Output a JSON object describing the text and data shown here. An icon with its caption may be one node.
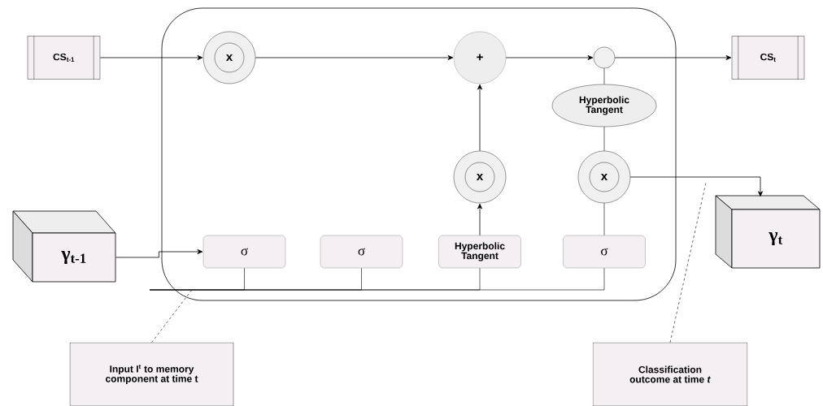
{
  "diagram": {
    "nodes": [
      {
        "text": [],
        "shape": "box"
      },
      {
        "text": [
          "CS$_{t-1}$"
        ]
      },
      {
        "text": [
          "x"
        ],
        "in": 0
      },
      {
        "text": [
          "+"
        ],
        "in": 0
      },
      {
        "text": [],
        "shape": "circle",
        "in": 0
      },
      {
        "text": [
          "CS$_{t}$"
        ]
      },
      {
        "text": [
          "Hyperbolic Tangent"
        ],
        "in": 0
      },
      {
        "text": [
          "x"
        ],
        "in": 0
      },
      {
        "text": [
          "x"
        ],
        "in": 0
      },
      {
        "text": [
          "γ$_{t-1}$"
        ]
      },
      {
        "text": [
          "γ$_{t}$"
        ]
      },
      {
        "text": [
          "σ"
        ],
        "in": 0
      },
      {
        "text": [
          "σ"
        ],
        "in": 0
      },
      {
        "text": [
          "Hyperbolic Tangent"
        ],
        "in": 0
      },
      {
        "text": [
          "σ"
        ],
        "in": 0
      },
      {
        "text": [
          "Input I$^{t}$ to memory component at time t"
        ]
      },
      {
        "text": [
          "Classification outcome at time *t*"
        ]
      }
    ],
    "edges": [
      {
        "from": 1,
        "to": 2,
        "arrow": "to"
      },
      {
        "from": 2,
        "to": 3,
        "arrow": "to"
      },
      {
        "from": 3,
        "to": 4,
        "arrow": "to"
      },
      {
        "from": 4,
        "to": 5,
        "arrow": "to"
      },
      {
        "from": 6,
        "to": 4,
        "arrow": "none"
      },
      {
        "from": 8,
        "to": 6,
        "arrow": "none"
      },
      {
        "from": 7,
        "to": 3,
        "arrow": "to"
      },
      {
        "from": 13,
        "to": 7,
        "arrow": "to"
      },
      {
        "from": 14,
        "to": 8,
        "arrow": "none"
      },
      {
        "from": 8,
        "to": 10,
        "arrow": "to"
      },
      {
        "from": 9,
        "to": 11,
        "arrow": "to"
      },
      {
        "from": null,
        "to": 11,
        "arrow": "none"
      },
      {
        "from": null,
        "to": 12,
        "arrow": "none"
      },
      {
        "from": null,
        "to": 13,
        "arrow": "none"
      },
      {
        "from": null,
        "to": 14,
        "arrow": "none"
      },
      {
        "from": 15,
        "to": 0,
        "arrow": "none",
        "style": "dashed"
      },
      {
        "from": 16,
        "to": null,
        "arrow": "none",
        "style": "dashed"
      }
    ]
  }
}
